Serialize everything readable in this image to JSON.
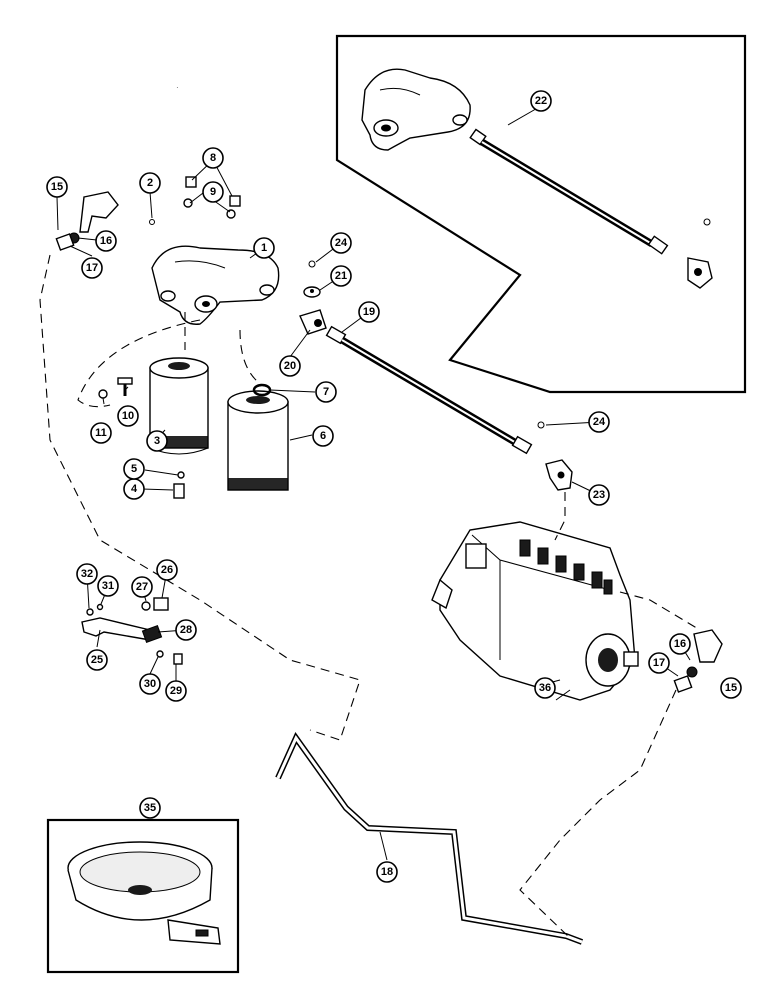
{
  "figure": {
    "callouts": [
      {
        "id": "c1",
        "label": "1"
      },
      {
        "id": "c2",
        "label": "2"
      },
      {
        "id": "c3",
        "label": "3"
      },
      {
        "id": "c4",
        "label": "4"
      },
      {
        "id": "c5",
        "label": "5"
      },
      {
        "id": "c6",
        "label": "6"
      },
      {
        "id": "c7",
        "label": "7"
      },
      {
        "id": "c8",
        "label": "8"
      },
      {
        "id": "c9",
        "label": "9"
      },
      {
        "id": "c10",
        "label": "10"
      },
      {
        "id": "c11",
        "label": "11"
      },
      {
        "id": "c15a",
        "label": "15"
      },
      {
        "id": "c15b",
        "label": "15"
      },
      {
        "id": "c16a",
        "label": "16"
      },
      {
        "id": "c16b",
        "label": "16"
      },
      {
        "id": "c17a",
        "label": "17"
      },
      {
        "id": "c17b",
        "label": "17"
      },
      {
        "id": "c18",
        "label": "18"
      },
      {
        "id": "c19",
        "label": "19"
      },
      {
        "id": "c20",
        "label": "20"
      },
      {
        "id": "c21",
        "label": "21"
      },
      {
        "id": "c22",
        "label": "22"
      },
      {
        "id": "c23",
        "label": "23"
      },
      {
        "id": "c24a",
        "label": "24"
      },
      {
        "id": "c24b",
        "label": "24"
      },
      {
        "id": "c25",
        "label": "25"
      },
      {
        "id": "c26",
        "label": "26"
      },
      {
        "id": "c27",
        "label": "27"
      },
      {
        "id": "c28",
        "label": "28"
      },
      {
        "id": "c29",
        "label": "29"
      },
      {
        "id": "c30",
        "label": "30"
      },
      {
        "id": "c31",
        "label": "31"
      },
      {
        "id": "c32",
        "label": "32"
      },
      {
        "id": "c35",
        "label": "35"
      },
      {
        "id": "c36",
        "label": "36"
      }
    ]
  }
}
